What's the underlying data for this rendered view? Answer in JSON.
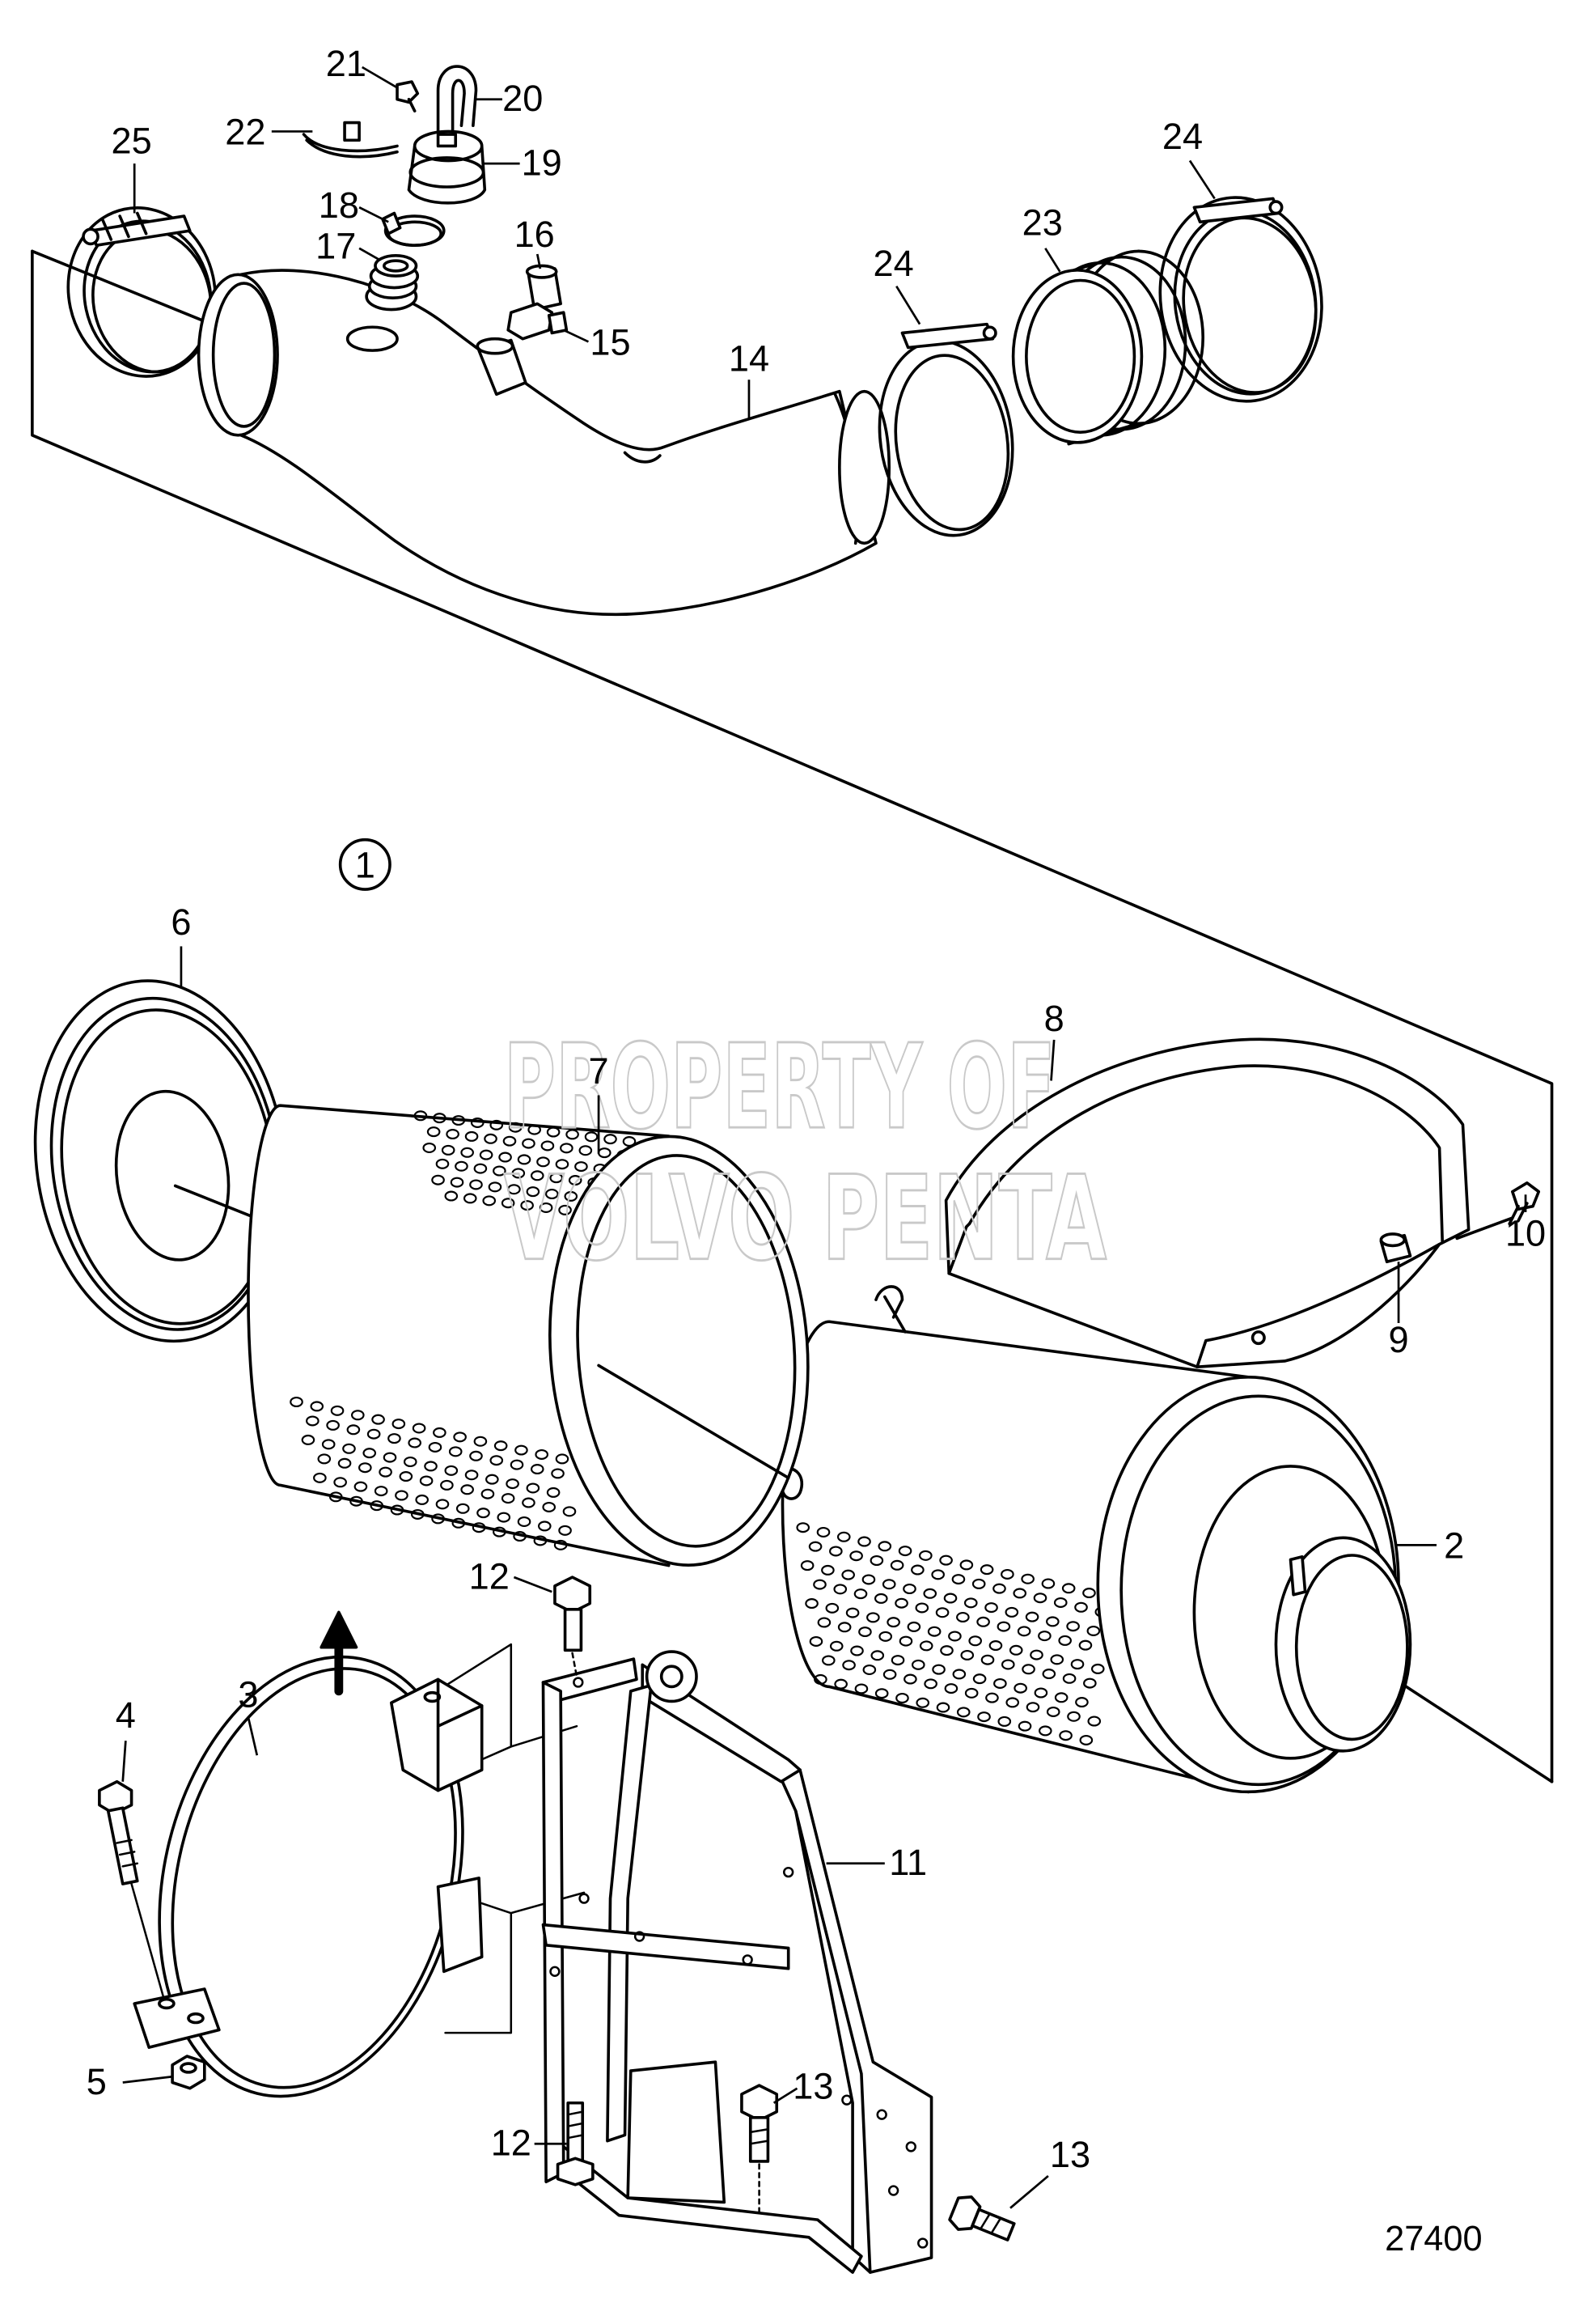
{
  "diagram": {
    "assembly_ref": "1",
    "drawing_number": "27400",
    "watermark": {
      "line1": "PROPERTY OF",
      "line2": "VOLVO PENTA"
    }
  },
  "callouts": [
    "21",
    "20",
    "22",
    "25",
    "19",
    "24",
    "18",
    "23",
    "16",
    "17",
    "24",
    "15",
    "14",
    "6",
    "8",
    "7",
    "10",
    "9",
    "2",
    "12",
    "3",
    "4",
    "11",
    "5",
    "13",
    "12",
    "13"
  ],
  "colors": {
    "line": "#000000",
    "watermark": "#c9c9c9",
    "background": "#ffffff"
  }
}
